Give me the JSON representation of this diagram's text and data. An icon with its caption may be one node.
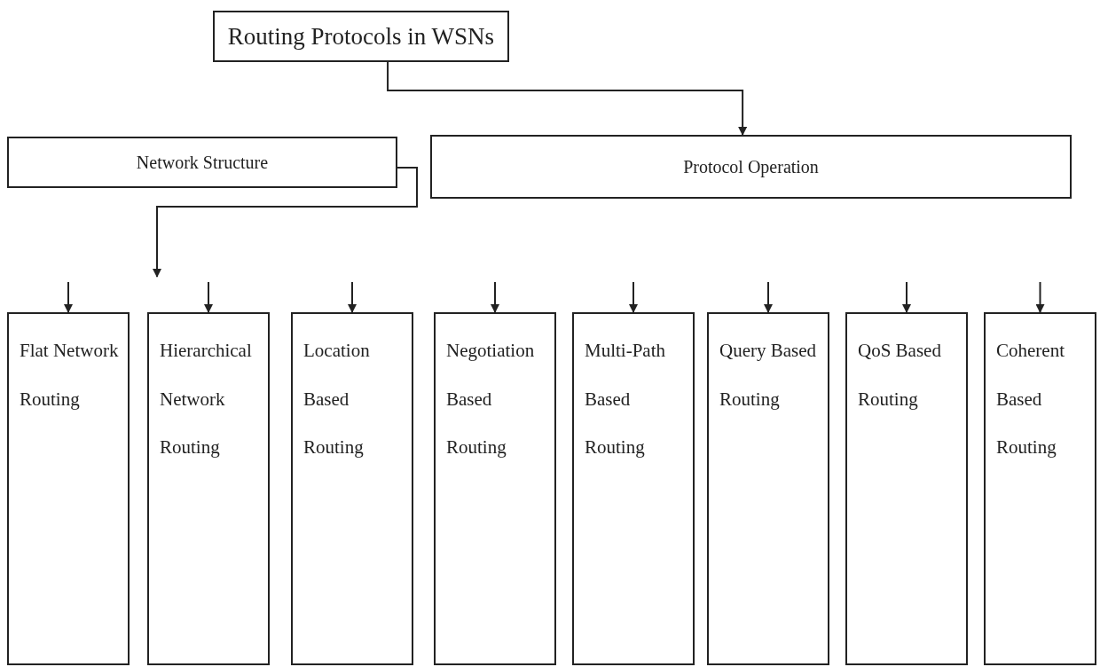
{
  "diagram": {
    "nodes": [
      {
        "text": [
          "Routing Protocols in WSNs"
        ]
      },
      {
        "text": [
          "Network Structure"
        ]
      },
      {
        "text": [
          "Protocol Operation"
        ]
      },
      {
        "text": [
          "Flat Network Routing"
        ]
      },
      {
        "text": [
          "Hierarchical Network Routing"
        ]
      },
      {
        "text": [
          "Location Based Routing"
        ]
      },
      {
        "text": [
          "Negotiation Based Routing"
        ]
      },
      {
        "text": [
          "Multi-Path Based Routing"
        ]
      },
      {
        "text": [
          "Query Based Routing"
        ]
      },
      {
        "text": [
          "QoS Based Routing"
        ]
      },
      {
        "text": [
          "Coherent Based Routing"
        ]
      }
    ],
    "edges": [
      {
        "from": 0,
        "to": 2,
        "arrow": "to"
      },
      {
        "from": 1,
        "to": null,
        "arrow": "to"
      },
      {
        "from": null,
        "to": 3,
        "arrow": "to"
      },
      {
        "from": null,
        "to": 4,
        "arrow": "to"
      },
      {
        "from": null,
        "to": 5,
        "arrow": "to"
      },
      {
        "from": null,
        "to": 6,
        "arrow": "to"
      },
      {
        "from": null,
        "to": 7,
        "arrow": "to"
      },
      {
        "from": null,
        "to": 8,
        "arrow": "to"
      },
      {
        "from": null,
        "to": 9,
        "arrow": "to"
      },
      {
        "from": null,
        "to": 10,
        "arrow": "to"
      }
    ]
  }
}
